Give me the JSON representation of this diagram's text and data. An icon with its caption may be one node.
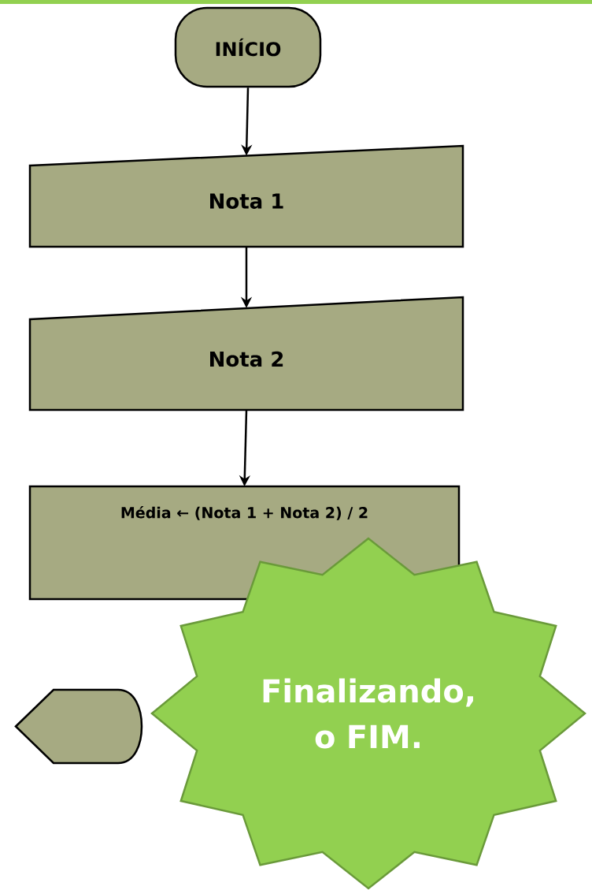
{
  "diagram": {
    "nodes": [
      {
        "text": [
          "INÍCIO"
        ]
      },
      {
        "text": [
          "Nota 1"
        ]
      },
      {
        "text": [
          "Nota 2"
        ]
      },
      {
        "text": [
          "Média ← (Nota 1 + Nota 2) / 2"
        ]
      },
      {
        "text": [],
        "shape": "box"
      },
      {
        "text": [
          "Finalizando, o FIM."
        ]
      }
    ],
    "edges": [
      {
        "from": 0,
        "to": 1,
        "arrow": "to"
      },
      {
        "from": 1,
        "to": 2,
        "arrow": "to"
      },
      {
        "from": 2,
        "to": 3,
        "arrow": "to"
      }
    ]
  }
}
